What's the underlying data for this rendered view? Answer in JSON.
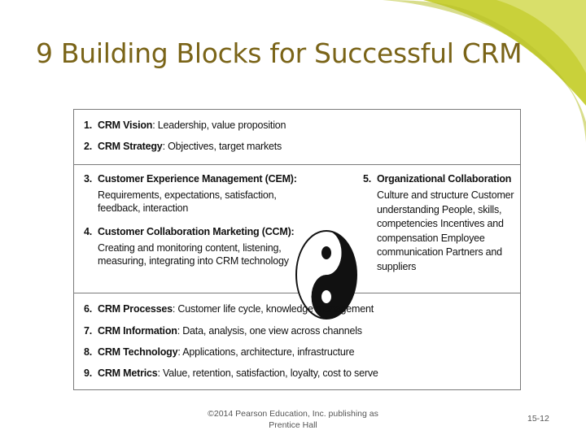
{
  "slide": {
    "title": "9 Building Blocks for Successful CRM",
    "footer": "©2014 Pearson Education, Inc. publishing as Prentice Hall",
    "page_number": "15-12",
    "accent_color": "#c5cf3a"
  },
  "figure": {
    "items": [
      {
        "num": "1.",
        "heading": "CRM Vision",
        "text": ": Leadership, value proposition"
      },
      {
        "num": "2.",
        "heading": "CRM Strategy",
        "text": ": Objectives, target markets"
      },
      {
        "num": "3.",
        "heading": "Customer Experience Management (CEM):",
        "text": "Requirements, expectations, satisfaction, feedback, interaction"
      },
      {
        "num": "4.",
        "heading": "Customer Collaboration Marketing (CCM):",
        "text": "Creating and monitoring content, listening, measuring, integrating into CRM technology"
      },
      {
        "num": "5.",
        "heading": "Organizational Collaboration",
        "text": "Culture and structure Customer understanding People, skills, competencies Incentives and compensation Employee communication Partners and suppliers"
      },
      {
        "num": "6.",
        "heading": "CRM Processes",
        "text": ": Customer life cycle, knowledge management"
      },
      {
        "num": "7.",
        "heading": "CRM Information",
        "text": ": Data, analysis, one view across channels"
      },
      {
        "num": "8.",
        "heading": "CRM Technology",
        "text": ": Applications, architecture, infrastructure"
      },
      {
        "num": "9.",
        "heading": "CRM Metrics",
        "text": ": Value, retention, satisfaction, loyalty, cost to serve"
      }
    ]
  }
}
